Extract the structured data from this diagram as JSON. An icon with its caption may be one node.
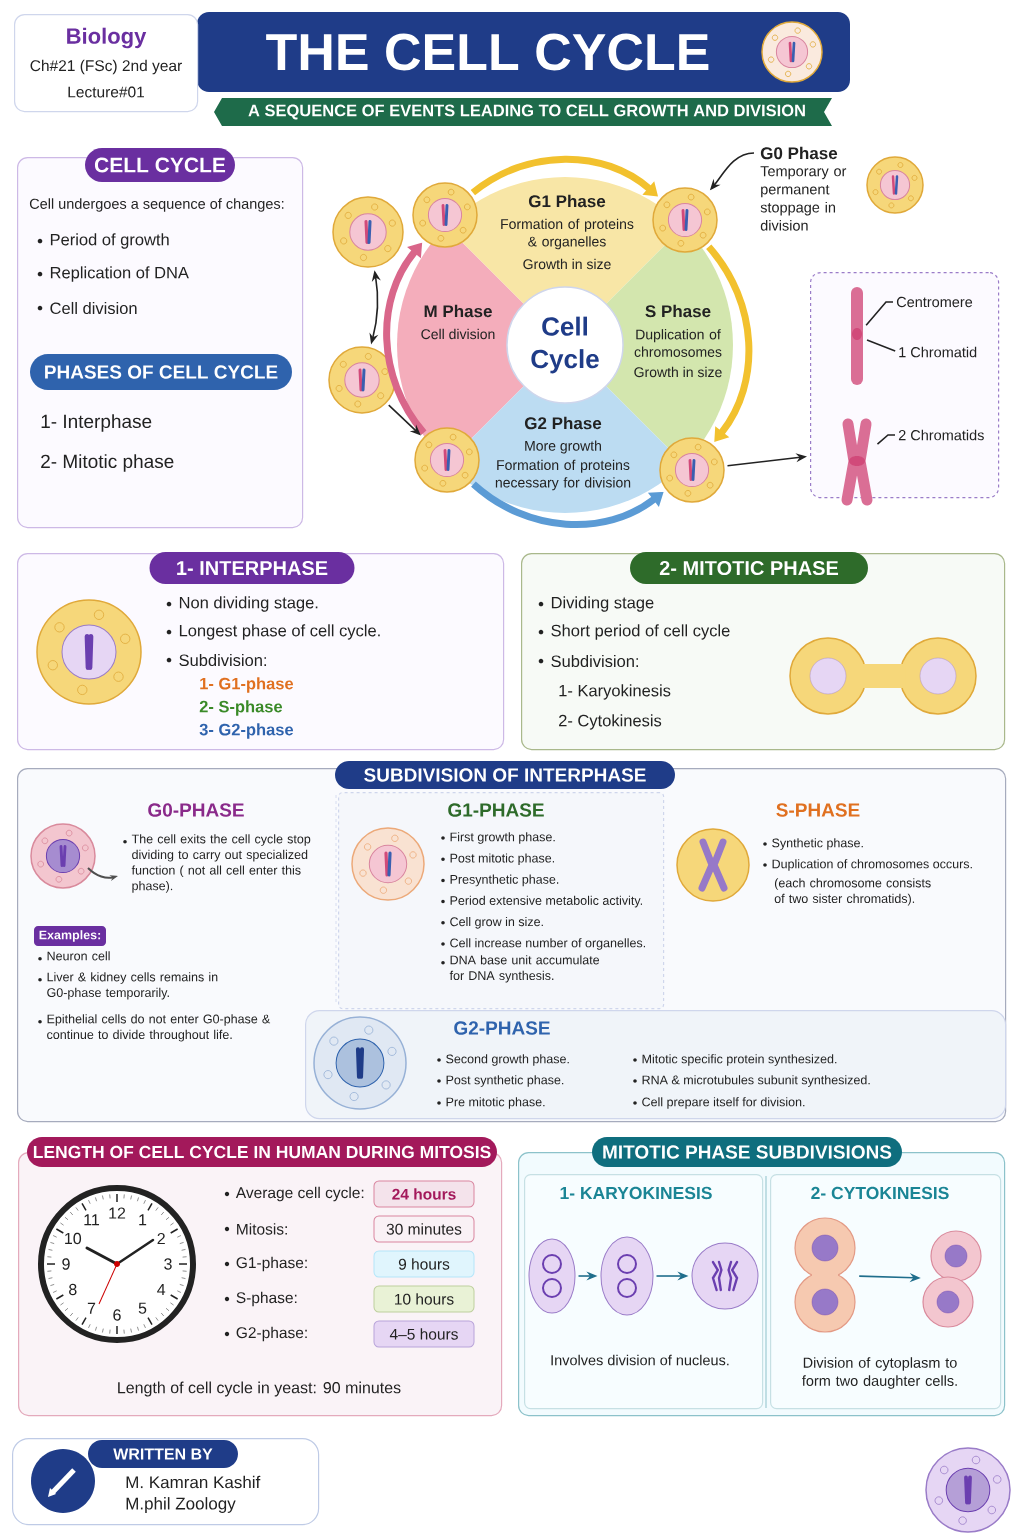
{
  "diagram": {
    "title": "THE CELL CYCLE",
    "nodes": [
      {
        "text": [
          "Biology",
          "Ch#21 (FSc) 2nd year",
          "Lecture#01"
        ]
      },
      {
        "text": [
          "CELL CYCLE",
          "Cell undergoes a sequence of changes:",
          "Period of growth",
          "Replication of DNA",
          "Cell division",
          "PHASES OF CELL CYCLE",
          "1- Interphase",
          "2- Mitotic phase"
        ]
      },
      {
        "text": [
          "M Phase",
          "Cell division"
        ]
      },
      {
        "text": [
          "G1 Phase",
          "Formation of proteins & organelles",
          "Growth in size"
        ]
      },
      {
        "text": [
          "S Phase",
          "Duplication of chromosomes",
          "Growth in size"
        ]
      },
      {
        "text": [
          "G2 Phase",
          "More growth",
          "Formation of proteins necessary for division"
        ]
      },
      {
        "text": [
          "Cell Cycle"
        ]
      },
      {
        "text": [],
        "shape": "picture"
      },
      {
        "text": [],
        "shape": "picture"
      },
      {
        "text": [],
        "shape": "picture"
      },
      {
        "text": [],
        "shape": "picture"
      },
      {
        "text": [],
        "shape": "picture"
      },
      {
        "text": [],
        "shape": "picture"
      },
      {
        "text": [
          "G0 Phase",
          "Temporary or permanent stoppage in division"
        ]
      },
      {
        "text": [],
        "shape": "box"
      },
      {
        "text": [
          "Centromere"
        ],
        "in": 14
      },
      {
        "text": [
          "1 Chromatid"
        ],
        "in": 14
      },
      {
        "text": [
          "2 Chromatids"
        ],
        "in": 14
      },
      {
        "text": [],
        "shape": "picture",
        "in": 14
      },
      {
        "text": [],
        "shape": "picture",
        "in": 14
      },
      {
        "text": [
          "1- INTERPHASE",
          "Non dividing stage.",
          "Longest phase of cell cycle.",
          "Subdivision:",
          "1- G1-phase",
          "2- S-phase",
          "3- G2-phase"
        ]
      },
      {
        "text": [
          "2- MITOTIC PHASE",
          "Dividing stage",
          "Short period of cell cycle",
          "Subdivision:",
          "1- Karyokinesis",
          "2- Cytokinesis"
        ]
      },
      {
        "text": [
          "SUBDIVISION OF INTERPHASE"
        ]
      },
      {
        "text": [
          "G0-PHASE",
          "The cell exits the cell cycle stop dividing to carry out specialized function ( not all cell enter this phase).",
          "Examples:",
          "Neuron cell",
          "Liver & kidney cells remains in G0-phase temporarily.",
          "Epithelial cells do not enter G0-phase & continue to divide throughout life."
        ],
        "in": 22
      },
      {
        "text": [
          "G1-PHASE",
          "First growth phase.",
          "Post mitotic phase.",
          "Presynthetic phase.",
          "Period extensive metabolic activity.",
          "Cell grow in size.",
          "Cell increase number of organelles.",
          "DNA base unit accumulate for DNA synthesis."
        ],
        "in": 22
      },
      {
        "text": [
          "S-PHASE",
          "Synthetic phase.",
          "Duplication of chromosomes occurs.",
          "(each chromosome consists of two sister chromatids)."
        ],
        "in": 22
      },
      {
        "text": [
          "G2-PHASE",
          "Second growth phase.",
          "Post synthetic phase.",
          "Pre mitotic phase.",
          "Mitotic specific protein synthesized.",
          "RNA & microtubules subunit synthesized.",
          "Cell prepare itself for division."
        ],
        "in": 22
      },
      {
        "text": [
          "LENGTH OF CELL CYCLE IN HUMAN DURING MITOSIS",
          "Average cell cycle:",
          "Mitosis:",
          "G1-phase:",
          "S-phase:",
          "G2-phase:"
        ]
      },
      {
        "text": [
          "24 hours"
        ],
        "in": 27
      },
      {
        "text": [
          "30 minutes"
        ],
        "in": 27
      },
      {
        "text": [
          "9 hours"
        ],
        "in": 27
      },
      {
        "text": [
          "10 hours"
        ],
        "in": 27
      },
      {
        "text": [
          "4–5 hours"
        ],
        "in": 27
      },
      {
        "text": [
          "Length of cell cycle in yeast: 90 minutes"
        ],
        "in": 27
      },
      {
        "text": [
          "MITOTIC PHASE SUBDIVISIONS"
        ]
      },
      {
        "text": [
          "1- KARYOKINESIS",
          "Involves division of nucleus."
        ],
        "in": 34
      },
      {
        "text": [
          "2- CYTOKINESIS",
          "Division of cytoplasm to form two daughter cells."
        ],
        "in": 34
      },
      {
        "text": [],
        "shape": "picture",
        "in": 35
      },
      {
        "text": [],
        "shape": "picture",
        "in": 35
      },
      {
        "text": [],
        "shape": "picture",
        "in": 35
      },
      {
        "text": [],
        "shape": "picture",
        "in": 36
      },
      {
        "text": [],
        "shape": "picture",
        "in": 36
      },
      {
        "text": [
          "WRITTEN BY",
          "M. Kamran Kashif",
          "M.phil Zoology"
        ]
      }
    ],
    "edges": [
      {
        "from": 7,
        "to": 8,
        "arrow": "to",
        "style": "thick",
        "color": "#f2c12e"
      },
      {
        "from": 8,
        "to": 9,
        "arrow": "to",
        "style": "thick",
        "color": "#f2c12e"
      },
      {
        "from": 10,
        "to": 9,
        "arrow": "to",
        "style": "thick",
        "color": "#5b9bd5"
      },
      {
        "from": 10,
        "to": 7,
        "arrow": "to",
        "style": "thick",
        "color": "#d9668a"
      },
      {
        "from": 11,
        "to": 12,
        "arrow": "both"
      },
      {
        "from": 12,
        "to": 10,
        "arrow": "to"
      },
      {
        "from": 13,
        "to": 8,
        "arrow": "to"
      },
      {
        "from": 9,
        "to": 14,
        "arrow": "to"
      },
      {
        "from": 15,
        "to": 18,
        "arrow": "none"
      },
      {
        "from": 16,
        "to": 18,
        "arrow": "none"
      },
      {
        "from": 17,
        "to": 19,
        "arrow": "none"
      },
      {
        "from": 37,
        "to": 38,
        "arrow": "to",
        "color": "#1f6e8c"
      },
      {
        "from": 38,
        "to": 39,
        "arrow": "to",
        "color": "#1f6e8c"
      },
      {
        "from": 40,
        "to": 41,
        "arrow": "to",
        "color": "#1f6e8c"
      }
    ],
    "labels": [
      "A SEQUENCE OF EVENTS LEADING TO CELL GROWTH AND DIVISION",
      "12",
      "1",
      "2",
      "3",
      "4",
      "5",
      "6",
      "7",
      "8",
      "9",
      "10",
      "11"
    ]
  }
}
